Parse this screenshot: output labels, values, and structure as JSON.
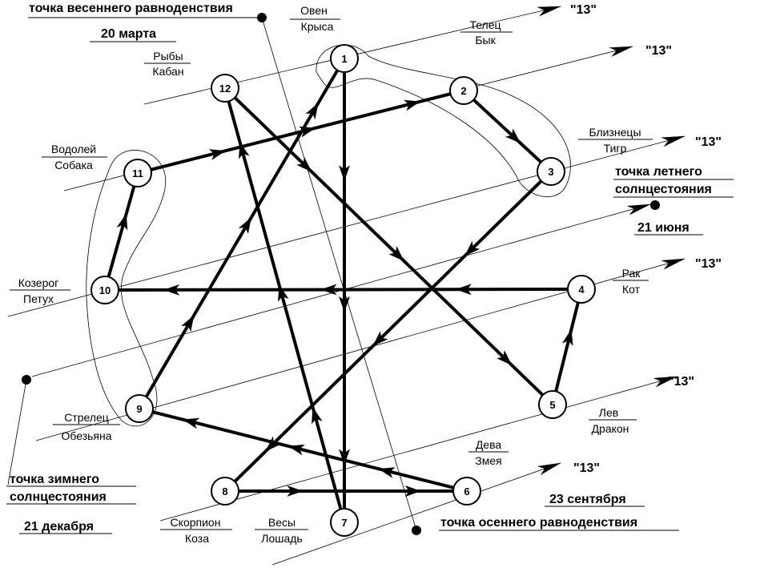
{
  "nodes": [
    {
      "id": "1",
      "sign": "Овен",
      "animal": "Крыса"
    },
    {
      "id": "2",
      "sign": "Телец",
      "animal": "Бык"
    },
    {
      "id": "3",
      "sign": "Близнецы",
      "animal": "Тигр"
    },
    {
      "id": "4",
      "sign": "Рак",
      "animal": "Кот"
    },
    {
      "id": "5",
      "sign": "Лев",
      "animal": "Дракон"
    },
    {
      "id": "6",
      "sign": "Дева",
      "animal": "Змея"
    },
    {
      "id": "7",
      "sign": "Весы",
      "animal": "Лошадь"
    },
    {
      "id": "8",
      "sign": "Скорпион",
      "animal": "Коза"
    },
    {
      "id": "9",
      "sign": "Стрелец",
      "animal": "Обезьяна"
    },
    {
      "id": "10",
      "sign": "Козерог",
      "animal": "Петух"
    },
    {
      "id": "11",
      "sign": "Водолей",
      "animal": "Собака"
    },
    {
      "id": "12",
      "sign": "Рыбы",
      "animal": "Кабан"
    }
  ],
  "thirteen_label": "\"13\"",
  "points": {
    "spring_equinox": {
      "title": "точка весеннего равноденствия",
      "date": "20 марта"
    },
    "summer_solstice": {
      "title_line1": "точка летнего",
      "title_line2": "солнцестояния",
      "date": "21 июня"
    },
    "autumn_equinox": {
      "title": "точка осеннего равноденствия",
      "date": "23 сентября"
    },
    "winter_solstice": {
      "title_line1": "точка зимнего",
      "title_line2": "солнцестояния",
      "date": "21 декабря"
    }
  },
  "edges": [
    [
      "1",
      "7"
    ],
    [
      "2",
      "3"
    ],
    [
      "3",
      "8"
    ],
    [
      "4",
      "10"
    ],
    [
      "5",
      "4"
    ],
    [
      "6",
      "9"
    ],
    [
      "7",
      "12"
    ],
    [
      "8",
      "6"
    ],
    [
      "9",
      "1"
    ],
    [
      "10",
      "11"
    ],
    [
      "11",
      "2"
    ],
    [
      "12",
      "5"
    ]
  ]
}
